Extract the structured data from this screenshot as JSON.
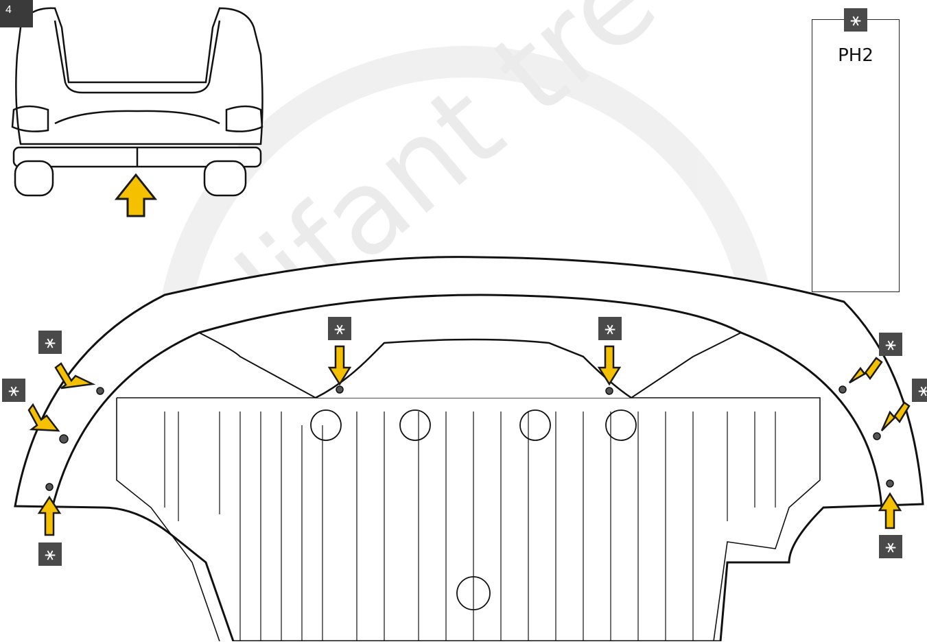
{
  "step": {
    "number": "4"
  },
  "tool": {
    "name": "PH2",
    "marker_symbol": "⚹"
  },
  "markers": [
    {
      "id": "marker-top-tool",
      "symbol": "⚹"
    },
    {
      "id": "marker-left-upper",
      "symbol": "⚹"
    },
    {
      "id": "marker-left-middle",
      "symbol": "⚹"
    },
    {
      "id": "marker-left-lower",
      "symbol": "⚹"
    },
    {
      "id": "marker-center-left",
      "symbol": "⚹"
    },
    {
      "id": "marker-center-right",
      "symbol": "⚹"
    },
    {
      "id": "marker-right-upper",
      "symbol": "⚹"
    },
    {
      "id": "marker-right-middle",
      "symbol": "⚹"
    },
    {
      "id": "marker-right-lower",
      "symbol": "⚹"
    }
  ],
  "watermark": {
    "text": "Olifant tre"
  },
  "colors": {
    "arrow": "#f5c000",
    "arrow_stroke": "#1a1a1a",
    "marker": "#4a4a4a",
    "line": "#111111",
    "watermark": "#e8e8e8"
  },
  "icons": {
    "fastener": "screw-head-icon",
    "tool": "screwdriver-icon",
    "direction": "arrow-icon"
  }
}
